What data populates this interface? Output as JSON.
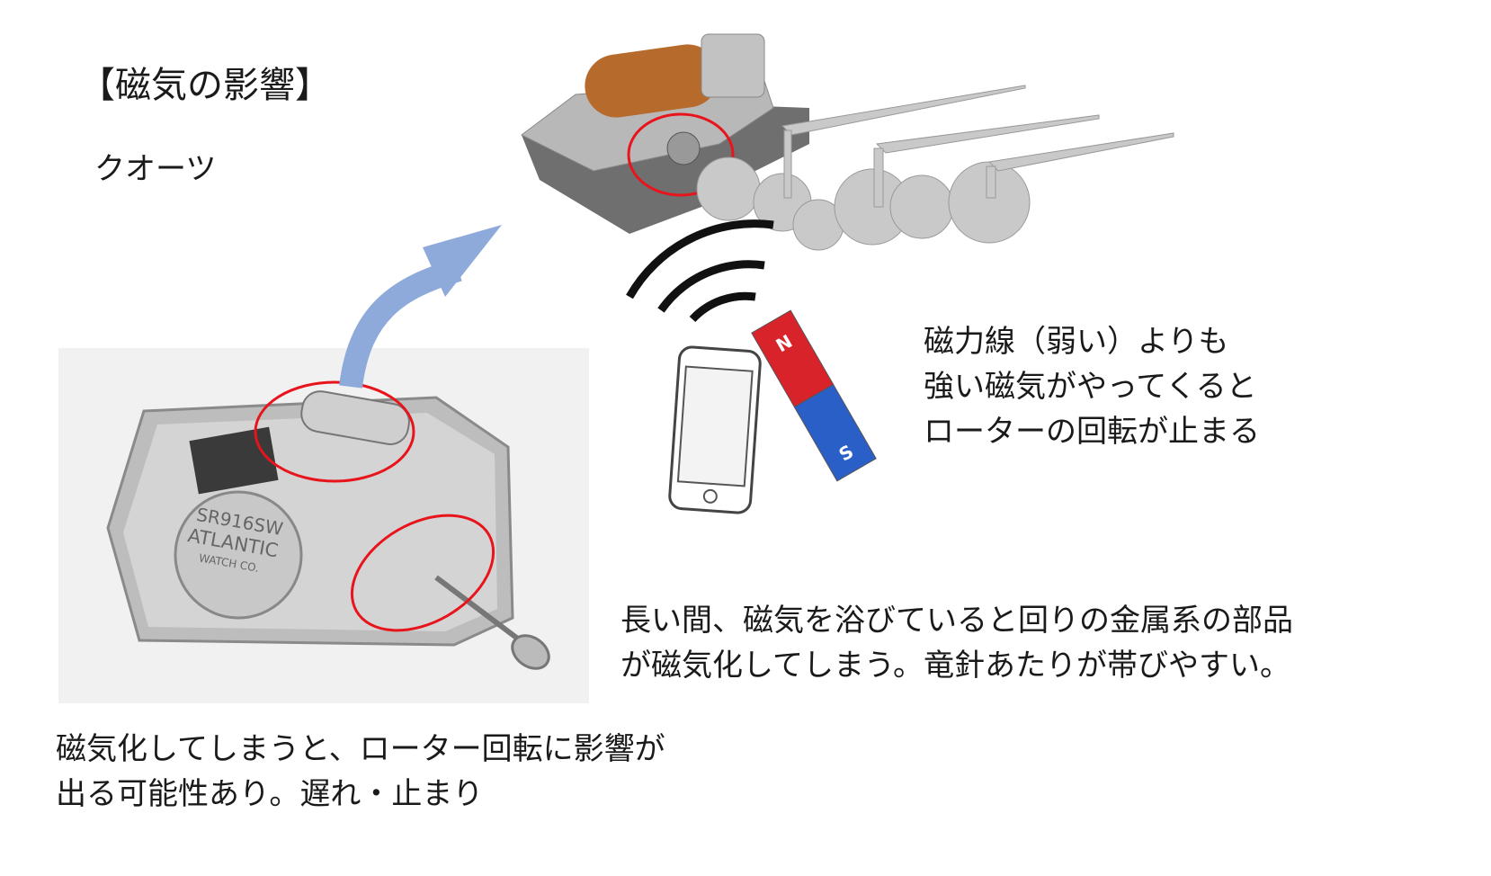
{
  "title": "【磁気の影響】",
  "subtitle": "クオーツ",
  "battery_label": {
    "line1": "SR916SW",
    "line2": "ATLANTIC",
    "line3": "WATCH CO."
  },
  "magnet_labels": {
    "north": "N",
    "south": "S"
  },
  "right_note": [
    "磁力線（弱い）よりも",
    "強い磁気がやってくると",
    "ローターの回転が止まる"
  ],
  "middle_note": [
    "長い間、磁気を浴びていると回りの金属系の部品",
    "が磁気化してしまう。竜針あたりが帯びやすい。"
  ],
  "bottom_note": [
    "磁気化してしまうと、ローター回転に影響が",
    "出る可能性あり。遅れ・止まり"
  ],
  "colors": {
    "highlight": "#e8141c",
    "arrow": "#8eaadb",
    "magnet_north": "#d9232a",
    "magnet_south": "#2a5fc8"
  }
}
